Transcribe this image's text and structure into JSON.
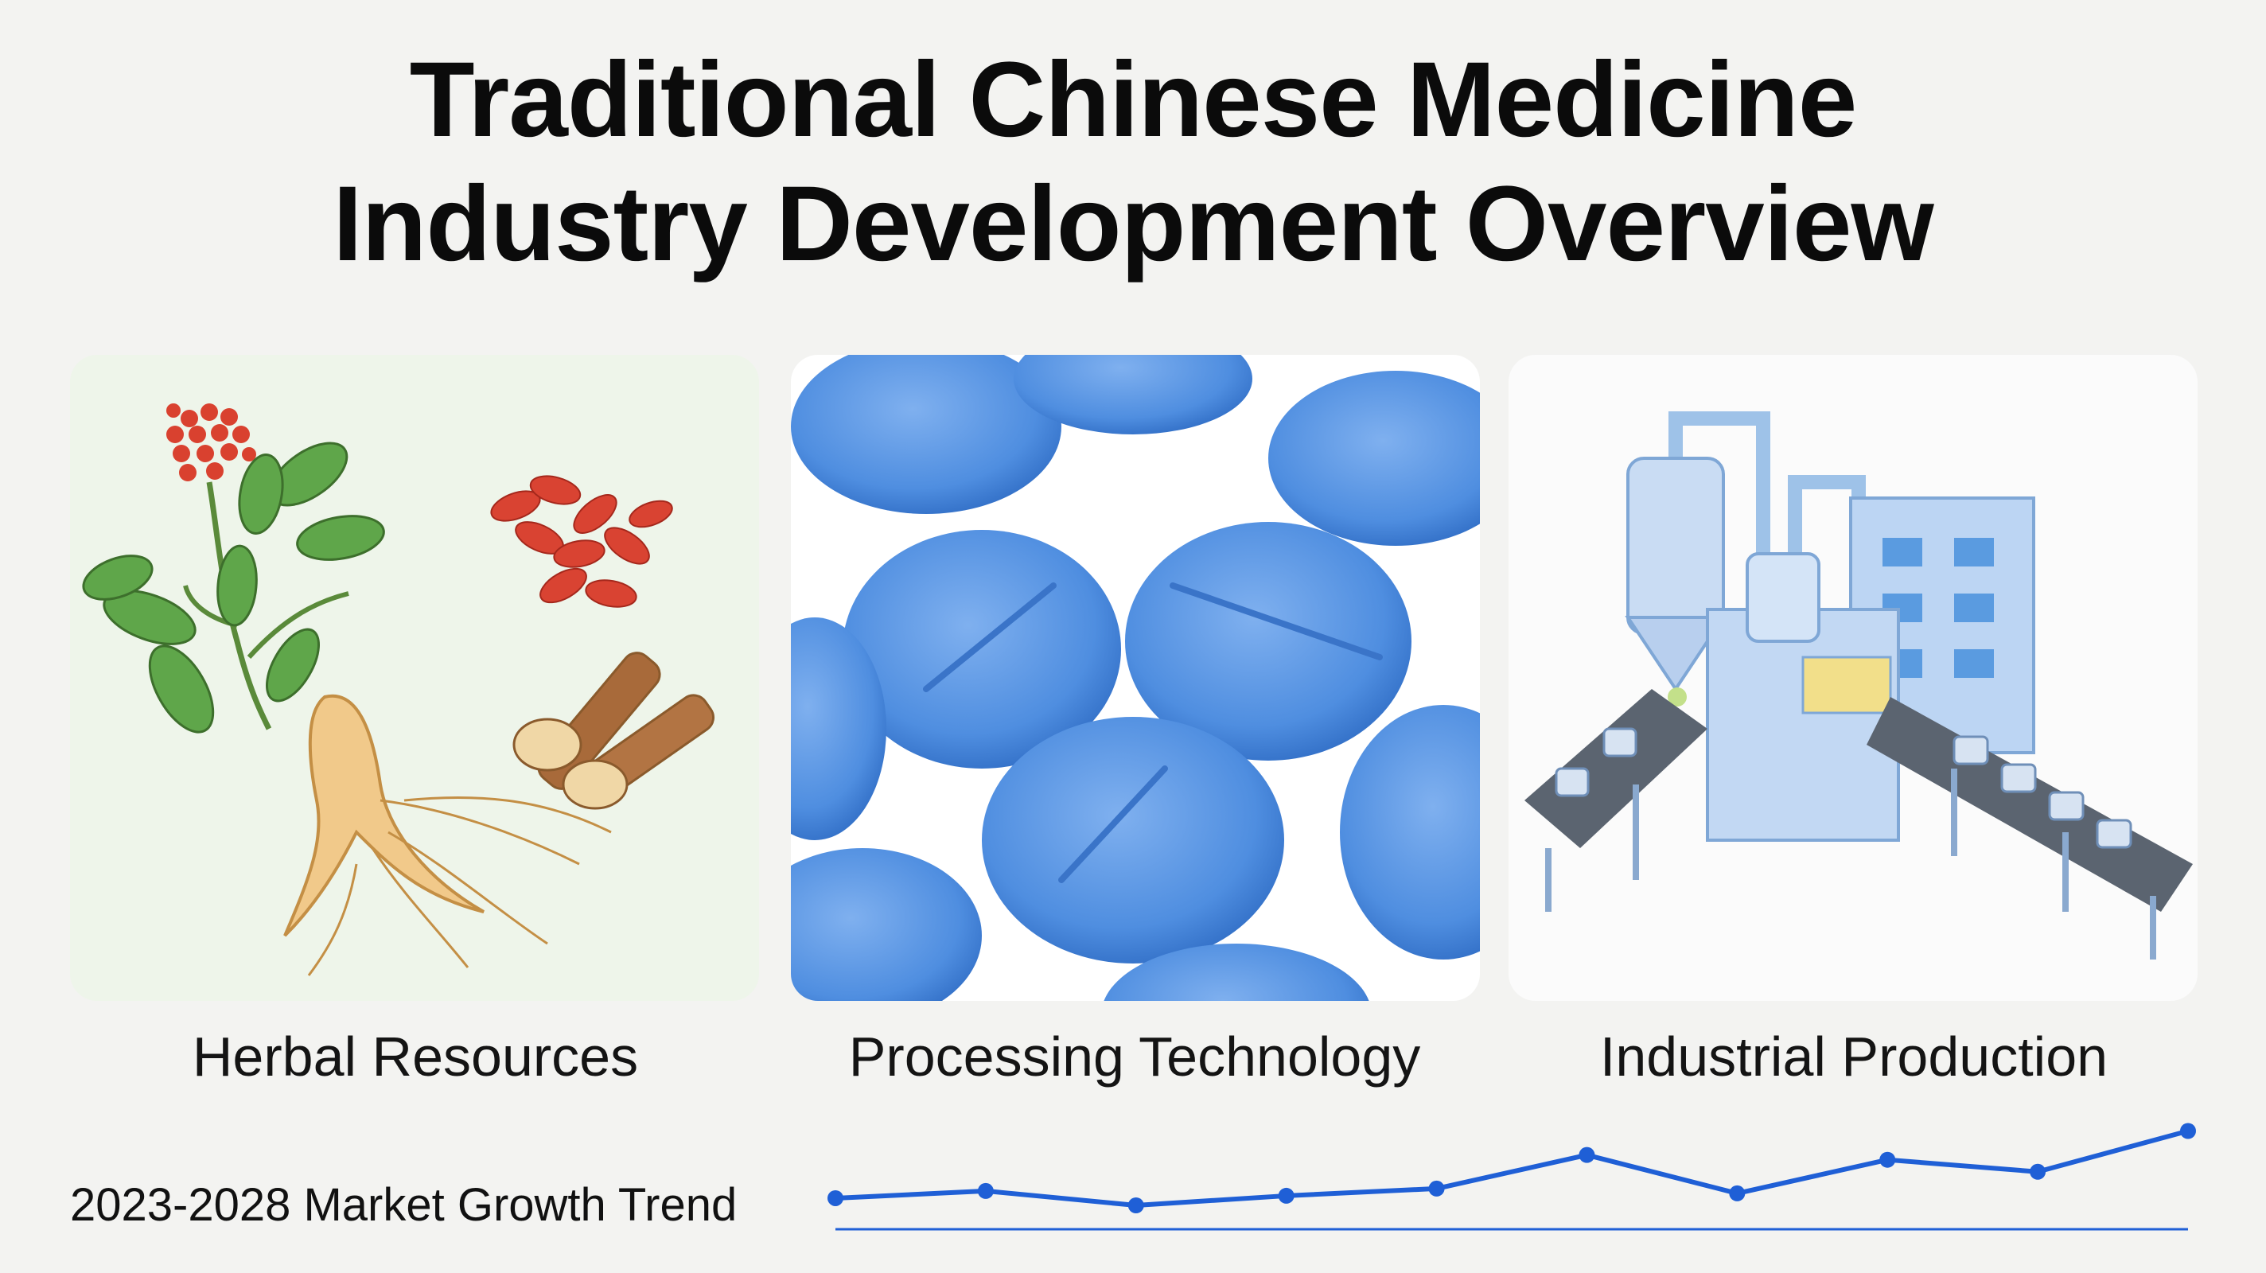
{
  "title": {
    "line1": "Traditional Chinese Medicine",
    "line2": "Industry Development Overview"
  },
  "panels": [
    {
      "caption": "Herbal Resources",
      "icon": "herb-illustration"
    },
    {
      "caption": "Processing Technology",
      "icon": "tablets-photo"
    },
    {
      "caption": "Industrial Production",
      "icon": "factory-illustration"
    }
  ],
  "trend": {
    "label": "2023-2028 Market Growth Trend",
    "color": "#1f5fd6",
    "values": [
      52,
      55,
      49,
      53,
      56,
      70,
      54,
      68,
      63,
      80
    ]
  }
}
